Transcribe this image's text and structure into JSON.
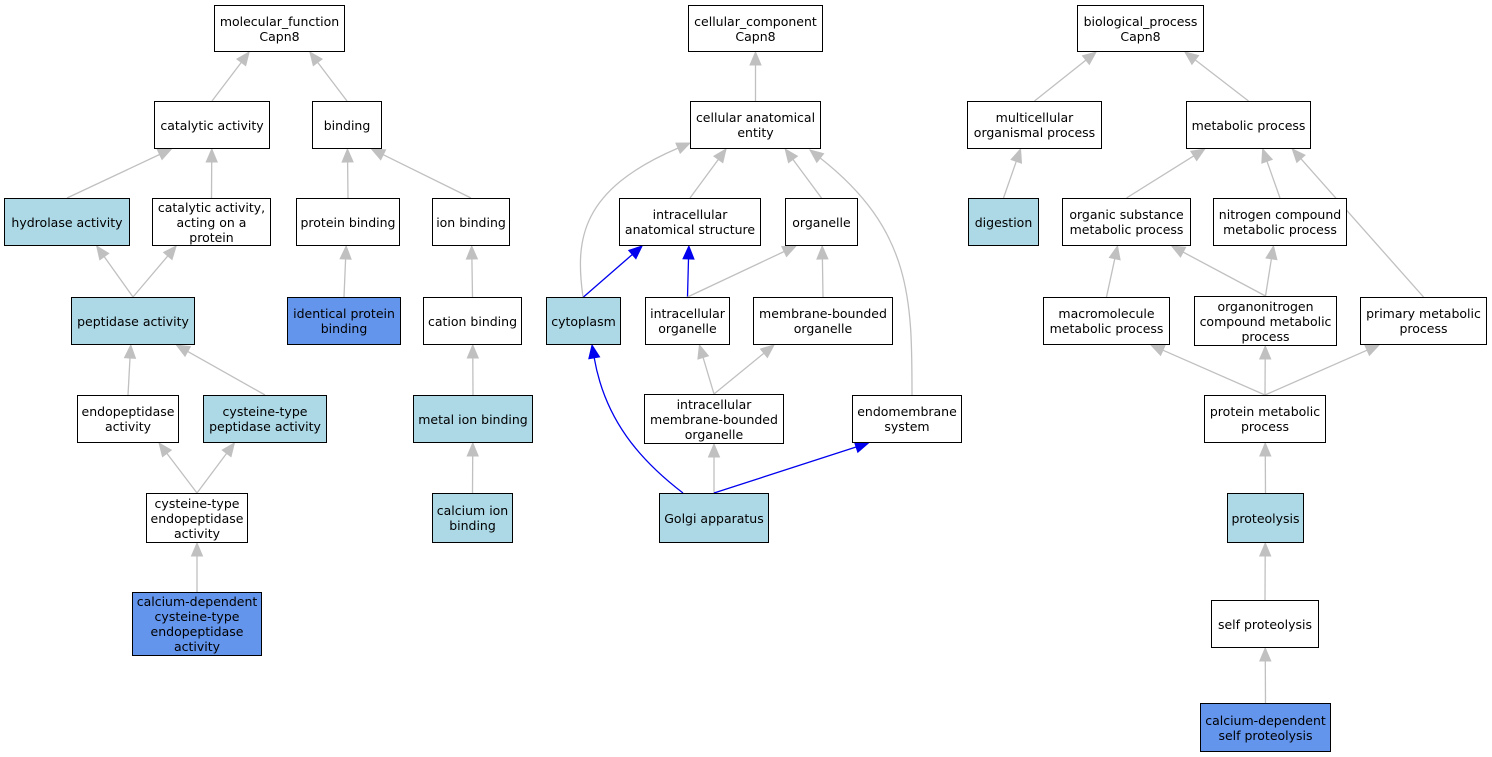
{
  "colors": {
    "annotated_light": "#add8e6",
    "annotated_dark": "#6495ed",
    "plain": "#ffffff",
    "edge_default": "#c0c0c0",
    "edge_highlight": "#0000ee"
  },
  "nodes": {
    "molecular_function": {
      "label": "molecular_function\nCapn8",
      "fill": "white"
    },
    "catalytic_activity": {
      "label": "catalytic activity",
      "fill": "white"
    },
    "binding": {
      "label": "binding",
      "fill": "white"
    },
    "hydrolase_activity": {
      "label": "hydrolase activity",
      "fill": "light"
    },
    "catalytic_activity_protein": {
      "label": "catalytic activity,\nacting on a\nprotein",
      "fill": "white"
    },
    "protein_binding": {
      "label": "protein binding",
      "fill": "white"
    },
    "ion_binding": {
      "label": "ion binding",
      "fill": "white"
    },
    "peptidase_activity": {
      "label": "peptidase activity",
      "fill": "light"
    },
    "identical_protein_binding": {
      "label": "identical protein\nbinding",
      "fill": "dark"
    },
    "cation_binding": {
      "label": "cation binding",
      "fill": "white"
    },
    "endopeptidase_activity": {
      "label": "endopeptidase\nactivity",
      "fill": "white"
    },
    "cysteine_type_peptidase": {
      "label": "cysteine-type\npeptidase activity",
      "fill": "light"
    },
    "metal_ion_binding": {
      "label": "metal ion binding",
      "fill": "light"
    },
    "cysteine_type_endopeptidase": {
      "label": "cysteine-type\nendopeptidase\nactivity",
      "fill": "white"
    },
    "calcium_ion_binding": {
      "label": "calcium ion\nbinding",
      "fill": "light"
    },
    "calcium_dependent_cysteine": {
      "label": "calcium-dependent\ncysteine-type\nendopeptidase\nactivity",
      "fill": "dark"
    },
    "cellular_component": {
      "label": "cellular_component\nCapn8",
      "fill": "white"
    },
    "cellular_anatomical_entity": {
      "label": "cellular anatomical\nentity",
      "fill": "white"
    },
    "intracellular_anatomical_structure": {
      "label": "intracellular\nanatomical structure",
      "fill": "white"
    },
    "organelle": {
      "label": "organelle",
      "fill": "white"
    },
    "cytoplasm": {
      "label": "cytoplasm",
      "fill": "light"
    },
    "intracellular_organelle": {
      "label": "intracellular\norganelle",
      "fill": "white"
    },
    "membrane_bounded_organelle": {
      "label": "membrane-bounded\norganelle",
      "fill": "white"
    },
    "intracellular_membrane_bounded_organelle": {
      "label": "intracellular\nmembrane-bounded\norganelle",
      "fill": "white"
    },
    "endomembrane_system": {
      "label": "endomembrane\nsystem",
      "fill": "white"
    },
    "golgi_apparatus": {
      "label": "Golgi apparatus",
      "fill": "light"
    },
    "biological_process": {
      "label": "biological_process\nCapn8",
      "fill": "white"
    },
    "multicellular_organismal_process": {
      "label": "multicellular\norganismal process",
      "fill": "white"
    },
    "metabolic_process": {
      "label": "metabolic process",
      "fill": "white"
    },
    "digestion": {
      "label": "digestion",
      "fill": "light"
    },
    "organic_substance_metabolic_process": {
      "label": "organic substance\nmetabolic process",
      "fill": "white"
    },
    "nitrogen_compound_metabolic_process": {
      "label": "nitrogen compound\nmetabolic process",
      "fill": "white"
    },
    "macromolecule_metabolic_process": {
      "label": "macromolecule\nmetabolic process",
      "fill": "white"
    },
    "organonitrogen_compound_metabolic_process": {
      "label": "organonitrogen\ncompound metabolic\nprocess",
      "fill": "white"
    },
    "primary_metabolic_process": {
      "label": "primary metabolic\nprocess",
      "fill": "white"
    },
    "protein_metabolic_process": {
      "label": "protein metabolic\nprocess",
      "fill": "white"
    },
    "proteolysis": {
      "label": "proteolysis",
      "fill": "light"
    },
    "self_proteolysis": {
      "label": "self proteolysis",
      "fill": "white"
    },
    "calcium_dependent_self_proteolysis": {
      "label": "calcium-dependent\nself proteolysis",
      "fill": "dark"
    }
  },
  "edges": [
    {
      "from": "catalytic_activity",
      "to": "molecular_function",
      "highlight": false
    },
    {
      "from": "binding",
      "to": "molecular_function",
      "highlight": false
    },
    {
      "from": "hydrolase_activity",
      "to": "catalytic_activity",
      "highlight": false
    },
    {
      "from": "catalytic_activity_protein",
      "to": "catalytic_activity",
      "highlight": false
    },
    {
      "from": "protein_binding",
      "to": "binding",
      "highlight": false
    },
    {
      "from": "ion_binding",
      "to": "binding",
      "highlight": false
    },
    {
      "from": "peptidase_activity",
      "to": "hydrolase_activity",
      "highlight": false
    },
    {
      "from": "peptidase_activity",
      "to": "catalytic_activity_protein",
      "highlight": false
    },
    {
      "from": "identical_protein_binding",
      "to": "protein_binding",
      "highlight": false
    },
    {
      "from": "cation_binding",
      "to": "ion_binding",
      "highlight": false
    },
    {
      "from": "endopeptidase_activity",
      "to": "peptidase_activity",
      "highlight": false
    },
    {
      "from": "cysteine_type_peptidase",
      "to": "peptidase_activity",
      "highlight": false
    },
    {
      "from": "metal_ion_binding",
      "to": "cation_binding",
      "highlight": false
    },
    {
      "from": "cysteine_type_endopeptidase",
      "to": "endopeptidase_activity",
      "highlight": false
    },
    {
      "from": "cysteine_type_endopeptidase",
      "to": "cysteine_type_peptidase",
      "highlight": false
    },
    {
      "from": "calcium_ion_binding",
      "to": "metal_ion_binding",
      "highlight": false
    },
    {
      "from": "calcium_dependent_cysteine",
      "to": "cysteine_type_endopeptidase",
      "highlight": false
    },
    {
      "from": "cellular_anatomical_entity",
      "to": "cellular_component",
      "highlight": false
    },
    {
      "from": "intracellular_anatomical_structure",
      "to": "cellular_anatomical_entity",
      "highlight": false
    },
    {
      "from": "organelle",
      "to": "cellular_anatomical_entity",
      "highlight": false
    },
    {
      "from": "cytoplasm",
      "to": "cellular_anatomical_entity",
      "highlight": false
    },
    {
      "from": "endomembrane_system",
      "to": "cellular_anatomical_entity",
      "highlight": false
    },
    {
      "from": "cytoplasm",
      "to": "intracellular_anatomical_structure",
      "highlight": true
    },
    {
      "from": "intracellular_organelle",
      "to": "intracellular_anatomical_structure",
      "highlight": true
    },
    {
      "from": "intracellular_organelle",
      "to": "organelle",
      "highlight": false
    },
    {
      "from": "membrane_bounded_organelle",
      "to": "organelle",
      "highlight": false
    },
    {
      "from": "intracellular_membrane_bounded_organelle",
      "to": "intracellular_organelle",
      "highlight": false
    },
    {
      "from": "intracellular_membrane_bounded_organelle",
      "to": "membrane_bounded_organelle",
      "highlight": false
    },
    {
      "from": "golgi_apparatus",
      "to": "cytoplasm",
      "highlight": true
    },
    {
      "from": "golgi_apparatus",
      "to": "intracellular_membrane_bounded_organelle",
      "highlight": false
    },
    {
      "from": "golgi_apparatus",
      "to": "endomembrane_system",
      "highlight": true
    },
    {
      "from": "multicellular_organismal_process",
      "to": "biological_process",
      "highlight": false
    },
    {
      "from": "metabolic_process",
      "to": "biological_process",
      "highlight": false
    },
    {
      "from": "digestion",
      "to": "multicellular_organismal_process",
      "highlight": false
    },
    {
      "from": "organic_substance_metabolic_process",
      "to": "metabolic_process",
      "highlight": false
    },
    {
      "from": "nitrogen_compound_metabolic_process",
      "to": "metabolic_process",
      "highlight": false
    },
    {
      "from": "primary_metabolic_process",
      "to": "metabolic_process",
      "highlight": false
    },
    {
      "from": "macromolecule_metabolic_process",
      "to": "organic_substance_metabolic_process",
      "highlight": false
    },
    {
      "from": "organonitrogen_compound_metabolic_process",
      "to": "organic_substance_metabolic_process",
      "highlight": false
    },
    {
      "from": "organonitrogen_compound_metabolic_process",
      "to": "nitrogen_compound_metabolic_process",
      "highlight": false
    },
    {
      "from": "protein_metabolic_process",
      "to": "macromolecule_metabolic_process",
      "highlight": false
    },
    {
      "from": "protein_metabolic_process",
      "to": "organonitrogen_compound_metabolic_process",
      "highlight": false
    },
    {
      "from": "protein_metabolic_process",
      "to": "primary_metabolic_process",
      "highlight": false
    },
    {
      "from": "proteolysis",
      "to": "protein_metabolic_process",
      "highlight": false
    },
    {
      "from": "self_proteolysis",
      "to": "proteolysis",
      "highlight": false
    },
    {
      "from": "calcium_dependent_self_proteolysis",
      "to": "self_proteolysis",
      "highlight": false
    }
  ]
}
